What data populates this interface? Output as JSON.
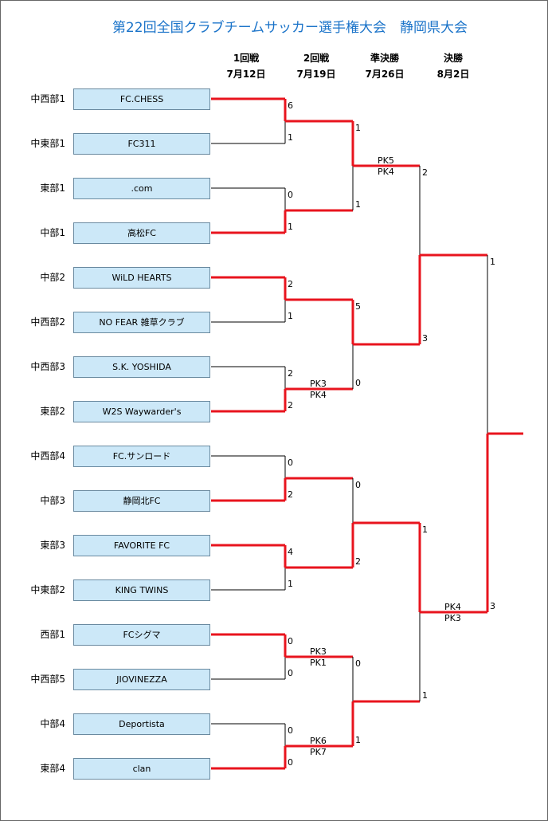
{
  "title": "第22回全国クラブチームサッカー選手権大会　静岡県大会",
  "rounds": [
    {
      "name": "1回戦",
      "date": "7月12日"
    },
    {
      "name": "2回戦",
      "date": "7月19日"
    },
    {
      "name": "準決勝",
      "date": "7月26日"
    },
    {
      "name": "決勝",
      "date": "8月2日"
    }
  ],
  "teams": [
    {
      "seed": "中西部1",
      "name": "FC.CHESS"
    },
    {
      "seed": "中東部1",
      "name": "FC311"
    },
    {
      "seed": "東部1",
      "name": ".com"
    },
    {
      "seed": "中部1",
      "name": "高松FC"
    },
    {
      "seed": "中部2",
      "name": "WiLD HEARTS"
    },
    {
      "seed": "中西部2",
      "name": "NO FEAR 雑草クラブ"
    },
    {
      "seed": "中西部3",
      "name": "S.K. YOSHIDA"
    },
    {
      "seed": "東部2",
      "name": "W2S Waywarder's"
    },
    {
      "seed": "中西部4",
      "name": "FC.サンロード"
    },
    {
      "seed": "中部3",
      "name": "静岡北FC"
    },
    {
      "seed": "東部3",
      "name": "FAVORITE FC"
    },
    {
      "seed": "中東部2",
      "name": "KING TWINS"
    },
    {
      "seed": "西部1",
      "name": "FCシグマ"
    },
    {
      "seed": "中西部5",
      "name": "JIOVINEZZA"
    },
    {
      "seed": "中部4",
      "name": "Deportista"
    },
    {
      "seed": "東部4",
      "name": "clan"
    }
  ],
  "round1": [
    {
      "scores": [
        "6",
        "1"
      ],
      "winner": 0,
      "pk": null
    },
    {
      "scores": [
        "0",
        "1"
      ],
      "winner": 1,
      "pk": null
    },
    {
      "scores": [
        "2",
        "1"
      ],
      "winner": 0,
      "pk": null
    },
    {
      "scores": [
        "2",
        "2"
      ],
      "winner": 1,
      "pk": [
        "PK3",
        "PK4"
      ]
    },
    {
      "scores": [
        "0",
        "2"
      ],
      "winner": 1,
      "pk": null
    },
    {
      "scores": [
        "4",
        "1"
      ],
      "winner": 0,
      "pk": null
    },
    {
      "scores": [
        "0",
        "0"
      ],
      "winner": 0,
      "pk": [
        "PK3",
        "PK1"
      ]
    },
    {
      "scores": [
        "0",
        "0"
      ],
      "winner": 1,
      "pk": [
        "PK6",
        "PK7"
      ]
    }
  ],
  "round2": [
    {
      "scores": [
        "1",
        "1"
      ],
      "winner": 0,
      "pk": [
        "PK5",
        "PK4"
      ]
    },
    {
      "scores": [
        "5",
        "0"
      ],
      "winner": 0,
      "pk": null
    },
    {
      "scores": [
        "0",
        "2"
      ],
      "winner": 1,
      "pk": null
    },
    {
      "scores": [
        "0",
        "1"
      ],
      "winner": 1,
      "pk": null
    }
  ],
  "semifinal": [
    {
      "scores": [
        "2",
        "3"
      ],
      "winner": 1,
      "pk": null
    },
    {
      "scores": [
        "1",
        "1"
      ],
      "winner": 0,
      "pk": [
        "PK4",
        "PK3"
      ]
    }
  ],
  "final": {
    "scores": [
      "1",
      "3"
    ],
    "winner": 1,
    "pk": null
  },
  "colors": {
    "win_line": "#e8141e",
    "lose_line": "#000000",
    "title": "#1a73c9",
    "team_box": "#cce8f8"
  }
}
